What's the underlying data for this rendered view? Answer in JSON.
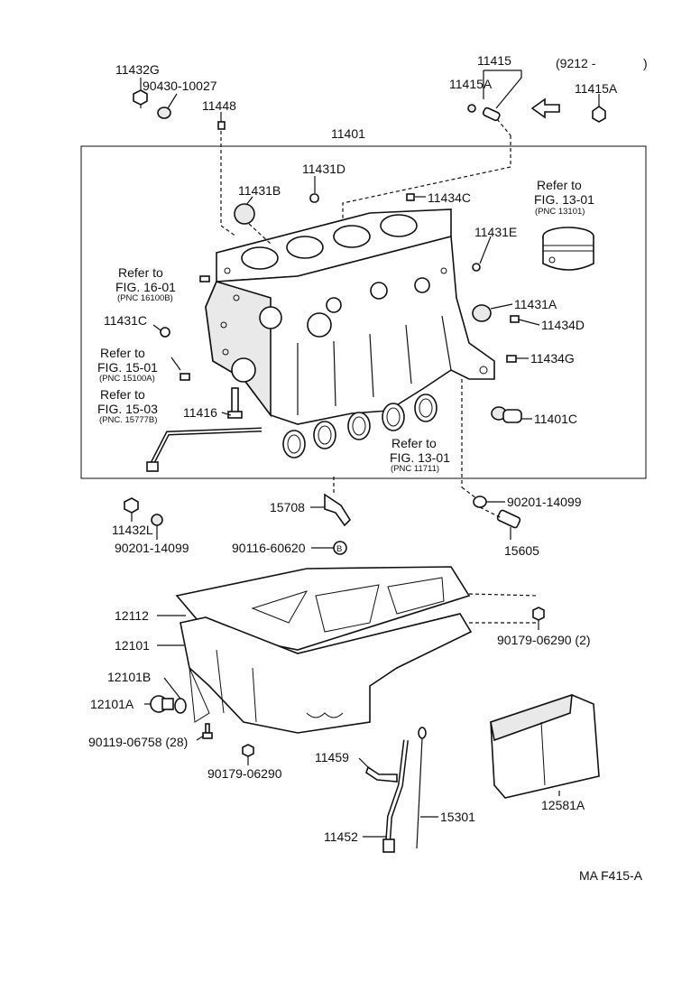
{
  "diagram": {
    "code": "MA F415-A",
    "parts": {
      "p11432G": "11432G",
      "p90430": "90430-10027",
      "p11448": "11448",
      "p11415": "11415",
      "p11415A_1": "11415A",
      "p9212": "(9212 -",
      "p9212_close": ")",
      "p11415A_2": "11415A",
      "p11401": "11401",
      "p11431D": "11431D",
      "p11431B": "11431B",
      "p11434C": "11434C",
      "p11431E": "11431E",
      "p11431A": "11431A",
      "p11431C": "11431C",
      "p11434D": "11434D",
      "p11434G": "11434G",
      "p11416": "11416",
      "p11401C": "11401C",
      "p11432L": "11432L",
      "p90201a": "90201-14099",
      "p15708": "15708",
      "p90116": "90116-60620",
      "p90201b": "90201-14099",
      "p15605": "15605",
      "p12112": "12112",
      "p12101": "12101",
      "p90179a": "90179-06290 (2)",
      "p12101B": "12101B",
      "p12101A": "12101A",
      "p90119": "90119-06758 (28)",
      "p90179b": "90179-06290",
      "p11459": "11459",
      "p15301": "15301",
      "p11452": "11452",
      "p12581A": "12581A"
    },
    "refs": {
      "r1": {
        "line1": "Refer to",
        "line2": "FIG. 13-01",
        "pnc": "(PNC 13101)"
      },
      "r2": {
        "line1": "Refer to",
        "line2": "FIG. 16-01",
        "pnc": "(PNC 16100B)"
      },
      "r3": {
        "line1": "Refer to",
        "line2": "FIG. 15-01",
        "pnc": "(PNC 15100A)"
      },
      "r4": {
        "line1": "Refer to",
        "line2": "FIG. 15-03",
        "pnc": "(PNC. 15777B)"
      },
      "r5": {
        "line1": "Refer to",
        "line2": "FIG. 13-01",
        "pnc": "(PNC 11711)"
      }
    },
    "circle_marker": "B"
  }
}
